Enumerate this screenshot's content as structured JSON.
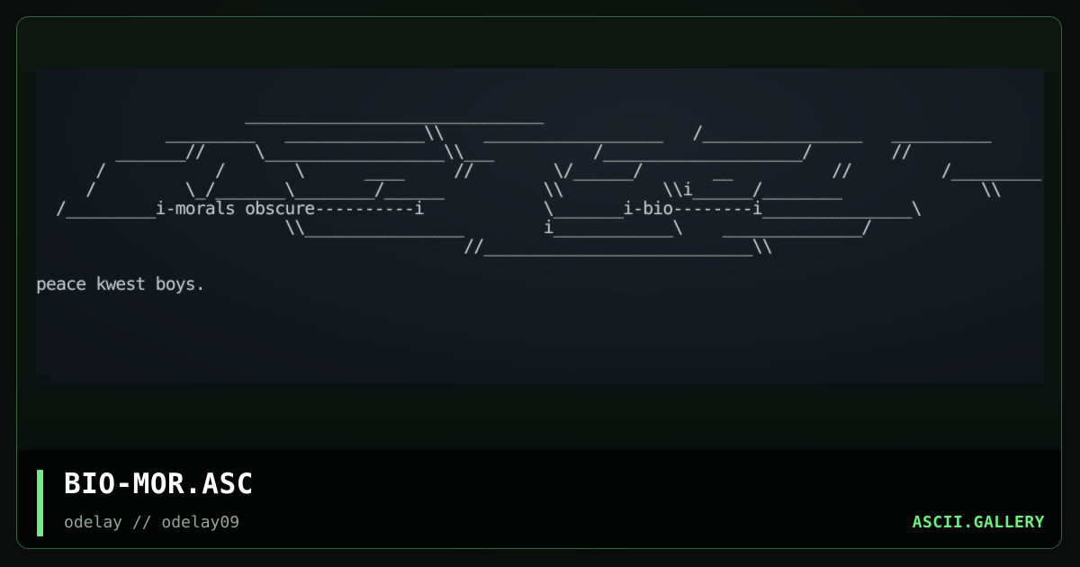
{
  "artwork": {
    "ascii": "                     ______________________________\n             _________   ______________\\\\    __________________   /________________   __________\n        _______//     \\__________________\\\\___          /____________________/        //\n      /           /       \\      ____     //        \\/______/       __          //         /_________\n     /         \\_/_______\\________/______          \\\\          \\\\i______/________              \\\\\n  /_________i-morals obscure----------i            \\_______i-bio--------i_______________\\\n                         \\\\________________        i____________\\    ______________/\n                                           //___________________________\\\\\n\npeace kwest boys.",
    "lines": [
      "peace kwest boys."
    ]
  },
  "footer": {
    "title": "BIO-MOR.ASC",
    "subtitle": "odelay // odelay09",
    "brand": "ASCII.GALLERY"
  },
  "colors": {
    "accent": "#6cf07f",
    "border": "#2f6b3a",
    "title": "#ffffff",
    "subtitle": "#93a69a",
    "ascii": "#c9cdd2"
  }
}
